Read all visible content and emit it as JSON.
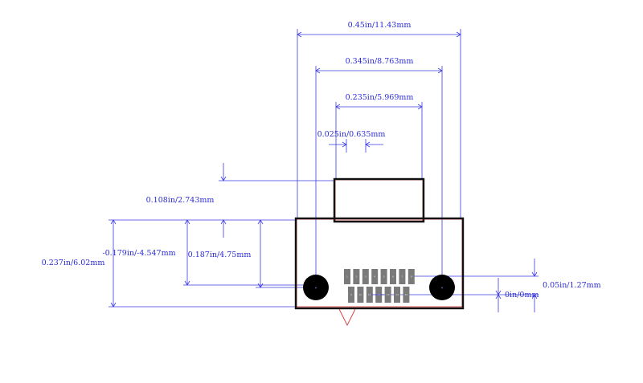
{
  "dimensions": {
    "overall_width": "0.45in/11.43mm",
    "hole_spacing": "0.345in/8.763mm",
    "shell_width": "0.235in/5.969mm",
    "pin_pitch": "0.025in/0.635mm",
    "shell_offset": "0.108in/2.743mm",
    "body_height": "0.237in/6.02mm",
    "hole_offset_neg": "-0.179in/-4.547mm",
    "hole_height": "0.187in/4.75mm",
    "row_spacing": "0.05in/1.27mm",
    "origin": "0in/0mm"
  },
  "pins": {
    "top_row": [
      "1",
      "2",
      "3",
      "4",
      "5",
      "6",
      "7",
      "8"
    ],
    "bottom_row": [
      "9",
      "10",
      "11",
      "12",
      "13",
      "14",
      "15"
    ]
  },
  "mounting_holes": [
    "M",
    "M"
  ],
  "colors": {
    "dimension": "#3a3ae0",
    "outline": "#111111",
    "silkscreen": "#d23a3a",
    "pad": "#7a7a7a"
  }
}
